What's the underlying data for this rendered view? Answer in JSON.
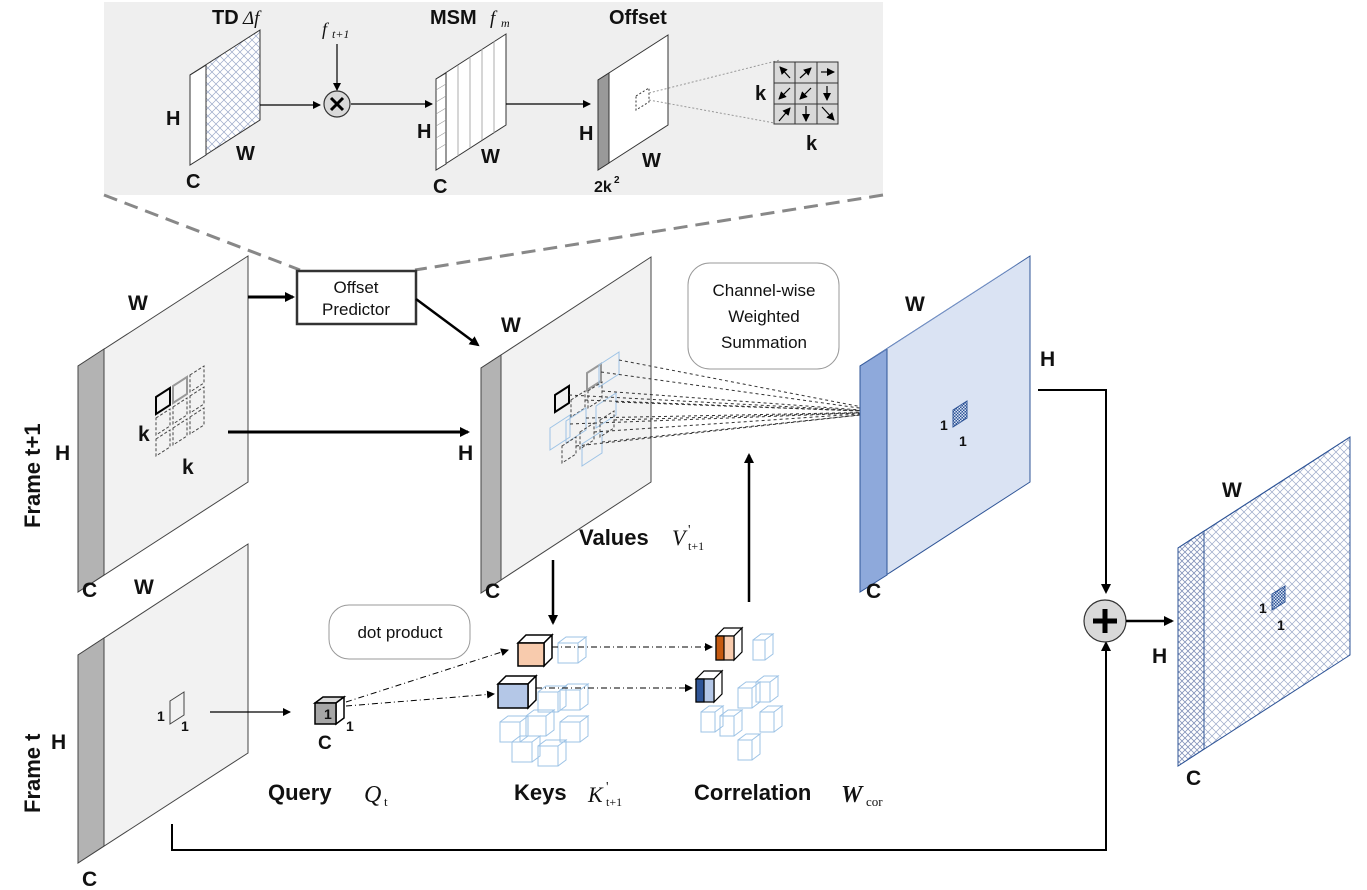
{
  "inset": {
    "td_label": "TD",
    "td_sym": "Δf",
    "ft1_label": "f",
    "ft1_sub": "t+1",
    "msm_label": "MSM",
    "msm_sym": "f",
    "msm_sub": "m",
    "offset_label": "Offset",
    "h": "H",
    "w": "W",
    "c": "C",
    "offset_c": "2k",
    "offset_c_sup": "2",
    "k": "k"
  },
  "frame_t1": {
    "side_label": "Frame t+1",
    "w": "W",
    "h": "H",
    "c": "C",
    "k": "k"
  },
  "frame_t": {
    "side_label": "Frame t",
    "w": "W",
    "h": "H",
    "c": "C",
    "one": "1"
  },
  "offset_predictor": {
    "line1": "Offset",
    "line2": "Predictor"
  },
  "values": {
    "w": "W",
    "h": "H",
    "c": "C",
    "label": "Values",
    "sym": "V",
    "sym_sub": "t+1",
    "prime": "'"
  },
  "channel_box": {
    "line1": "Channel-wise",
    "line2": "Weighted",
    "line3": "Summation"
  },
  "output_mid": {
    "w": "W",
    "h": "H",
    "c": "C",
    "one": "1"
  },
  "dot_box": {
    "label": "dot product"
  },
  "query": {
    "label": "Query",
    "sym": "Q",
    "sub": "t",
    "one": "1",
    "c": "C"
  },
  "keys": {
    "label": "Keys",
    "sym": "K",
    "sub": "t+1",
    "prime": "'"
  },
  "correlation": {
    "label": "Correlation",
    "sym": "W",
    "sub": "cor"
  },
  "final": {
    "w": "W",
    "h": "H",
    "c": "C",
    "one": "1"
  },
  "colors": {
    "side_gray": "#b3b3b3",
    "face_gray": "#f2f2f2",
    "blue_side": "#8ea9db",
    "blue_face": "#dae3f3",
    "orange": "#f4b183",
    "orange_dark": "#c55a11",
    "key_blue": "#b4c7e7",
    "key_dark": "#2f5597",
    "inset_bg": "#efefef"
  }
}
